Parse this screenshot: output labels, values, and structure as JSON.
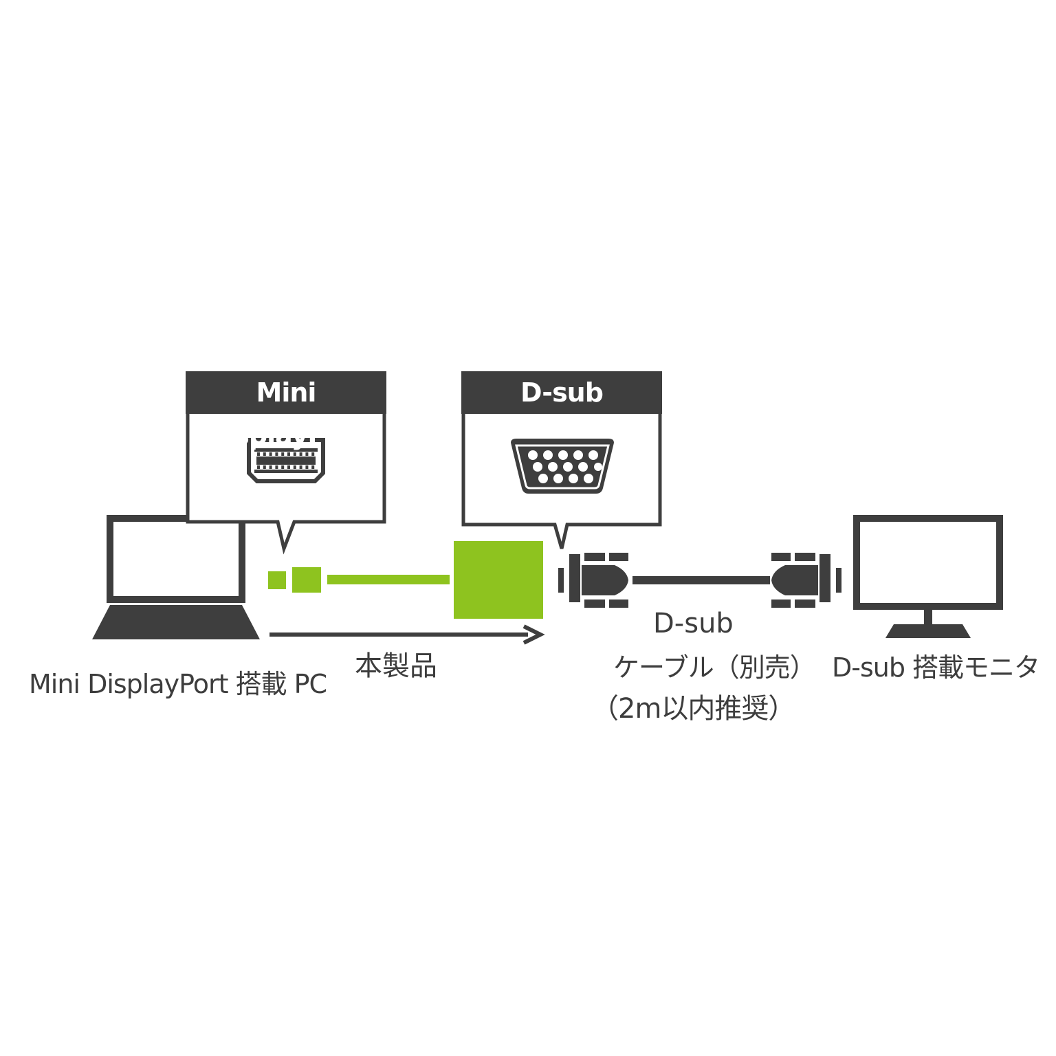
{
  "callouts": {
    "mini_displayport": {
      "title": "Mini DisplayPort"
    },
    "dsub": {
      "title": "D-sub"
    }
  },
  "labels": {
    "pc": "Mini DisplayPort 搭載 PC",
    "product": "本製品",
    "cable_line1": "D-sub",
    "cable_line2": "ケーブル（別売）",
    "cable_line3": "（2m以内推奨）",
    "monitor": "D-sub 搭載モニタ"
  },
  "colors": {
    "dark": "#3e3e3e",
    "green": "#8ec31f",
    "white": "#ffffff"
  }
}
